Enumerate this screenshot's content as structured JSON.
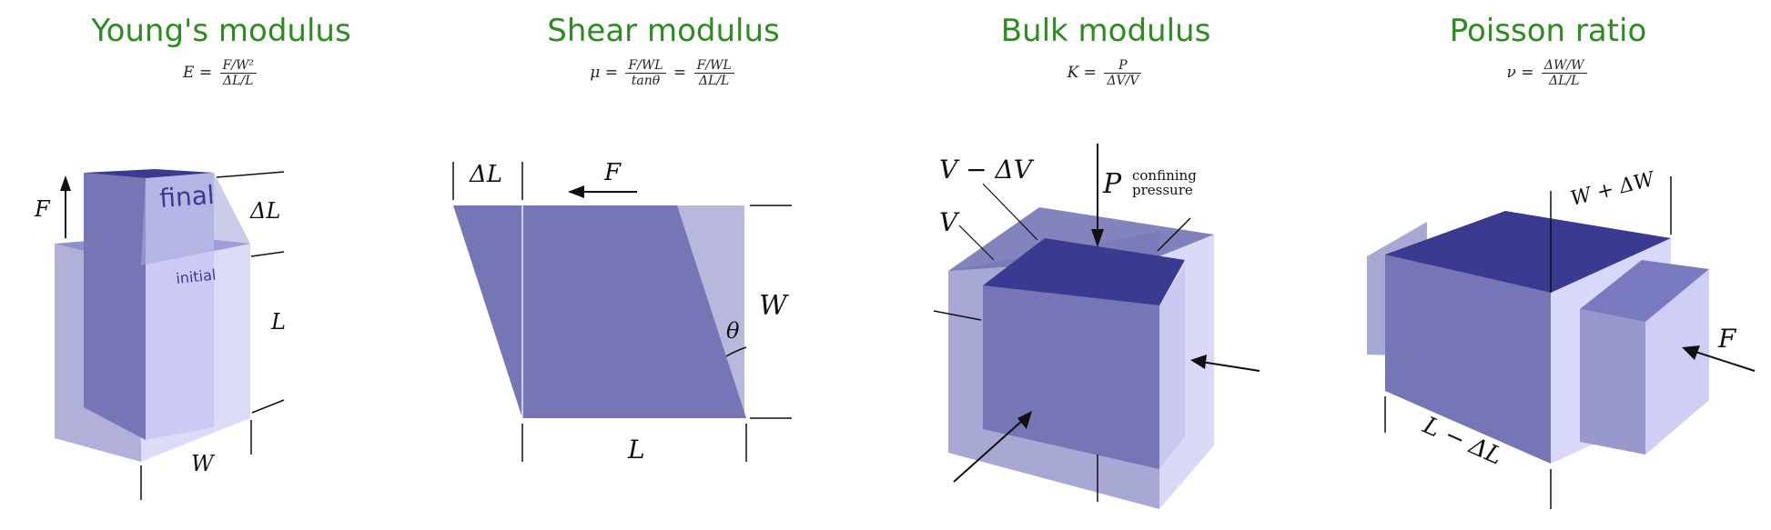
{
  "panels": [
    {
      "title": "Young's modulus",
      "formula": {
        "lhs": "E =",
        "terms": [
          {
            "num": "F/W²",
            "den": "ΔL/L"
          }
        ]
      },
      "labels": {
        "force": "F",
        "delta_length": "ΔL",
        "length": "L",
        "width": "W",
        "final": "final",
        "initial": "initial"
      }
    },
    {
      "title": "Shear modulus",
      "formula": {
        "lhs": "μ =",
        "terms": [
          {
            "num": "F/WL",
            "den": "tanθ"
          },
          {
            "num": "F/WL",
            "den": "ΔL/L"
          }
        ]
      },
      "labels": {
        "delta_length": "ΔL",
        "force": "F",
        "width": "W",
        "angle": "θ",
        "length": "L"
      }
    },
    {
      "title": "Bulk modulus",
      "formula": {
        "lhs": "K =",
        "terms": [
          {
            "num": "P",
            "den": "ΔV/V"
          }
        ]
      },
      "labels": {
        "reduced_volume": "V − ΔV",
        "volume": "V",
        "pressure": "P",
        "confining": "confining",
        "pressure_word": "pressure"
      }
    },
    {
      "title": "Poisson ratio",
      "formula": {
        "lhs": "ν =",
        "terms": [
          {
            "num": "ΔW/W",
            "den": "ΔL/L"
          }
        ]
      },
      "labels": {
        "width_change": "W + ΔW",
        "force": "F",
        "length_change": "L − ΔL"
      }
    }
  ],
  "colors": {
    "title": "#2e8b22",
    "fill_dark": "#3a3a90",
    "fill_mid": "#7676b6",
    "fill_light": "#b8b8dc",
    "fill_pale": "#dcdcf8"
  }
}
